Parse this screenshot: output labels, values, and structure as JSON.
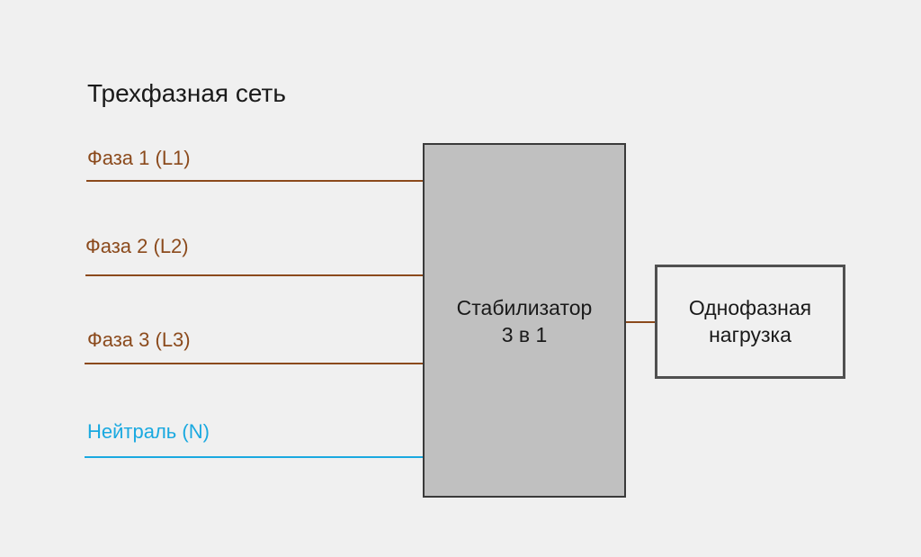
{
  "title": "Трехфазная сеть",
  "lines": [
    {
      "label": "Фаза 1 (L1)",
      "color": "#8b4a1c"
    },
    {
      "label": "Фаза 2 (L2)",
      "color": "#8b4a1c"
    },
    {
      "label": "Фаза 3 (L3)",
      "color": "#8b4a1c"
    },
    {
      "label": "Нейтраль (N)",
      "color": "#1aa9e0"
    }
  ],
  "stabilizer": {
    "line1": "Стабилизатор",
    "line2": "3 в 1",
    "fill": "#c0c0c0"
  },
  "load": {
    "line1": "Однофазная",
    "line2": "нагрузка"
  }
}
